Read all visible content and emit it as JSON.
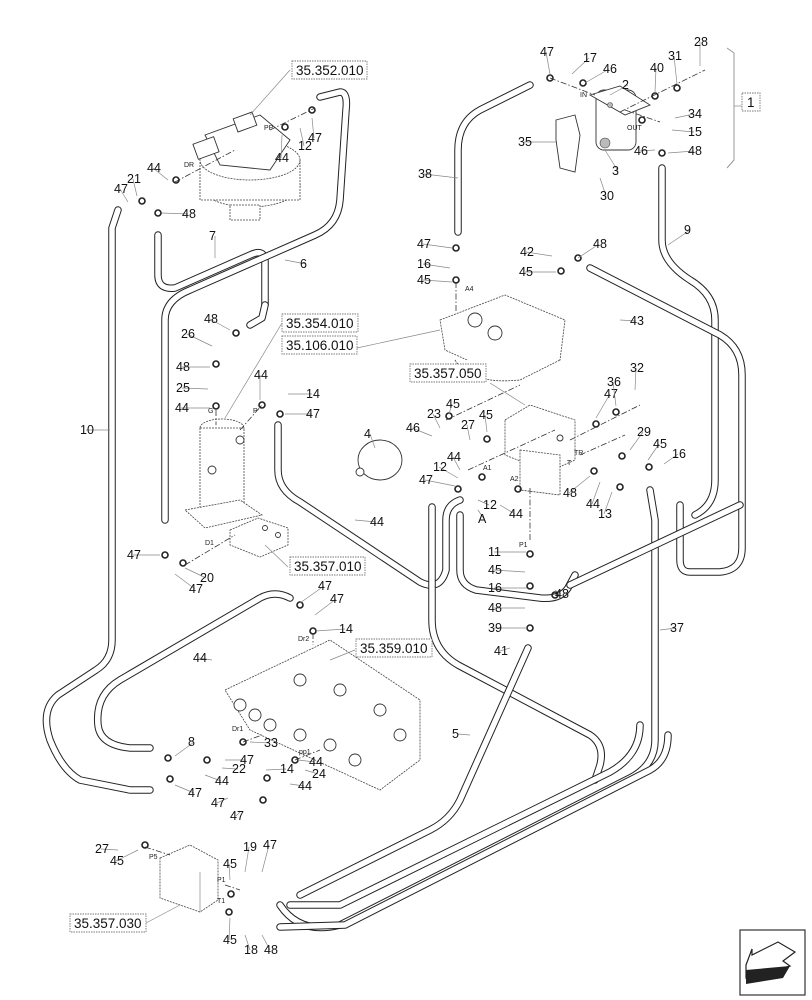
{
  "diagram": {
    "title": "Hydraulic swing / pilot line hose routing exploded view",
    "reference_boxes": [
      {
        "id": "ref-35-352-010",
        "label": "35.352.010"
      },
      {
        "id": "ref-35-354-010",
        "label": "35.354.010"
      },
      {
        "id": "ref-35-106-010",
        "label": "35.106.010"
      },
      {
        "id": "ref-35-357-050",
        "label": "35.357.050"
      },
      {
        "id": "ref-35-357-010",
        "label": "35.357.010"
      },
      {
        "id": "ref-35-359-010",
        "label": "35.359.010"
      },
      {
        "id": "ref-35-357-030",
        "label": "35.357.030"
      },
      {
        "id": "assembly-1",
        "label": "1"
      }
    ],
    "port_labels": [
      "PP",
      "DR",
      "IN",
      "OUT",
      "A4",
      "G",
      "P",
      "A1",
      "A2",
      "TR",
      "T",
      "P1",
      "D1",
      "Dr2",
      "Dr1",
      "pp1",
      "P5",
      "P1",
      "T1"
    ],
    "callouts": [
      "47",
      "17",
      "46",
      "2",
      "40",
      "31",
      "28",
      "34",
      "15",
      "35",
      "3",
      "46",
      "48",
      "30",
      "38",
      "47",
      "16",
      "45",
      "42",
      "48",
      "45",
      "9",
      "43",
      "44",
      "21",
      "47",
      "48",
      "44",
      "12",
      "47",
      "7",
      "6",
      "48",
      "26",
      "48",
      "25",
      "44",
      "44",
      "14",
      "47",
      "10",
      "45",
      "46",
      "23",
      "4",
      "27",
      "45",
      "44",
      "12",
      "47",
      "A",
      "12",
      "44",
      "47",
      "36",
      "32",
      "29",
      "45",
      "16",
      "48",
      "44",
      "13",
      "47",
      "47",
      "20",
      "44",
      "11",
      "45",
      "16",
      "48",
      "48",
      "39",
      "47",
      "47",
      "14",
      "44",
      "41",
      "37",
      "5",
      "8",
      "47",
      "33",
      "44",
      "22",
      "47",
      "47",
      "14",
      "44",
      "24",
      "44",
      "47",
      "27",
      "45",
      "45",
      "19",
      "47",
      "45",
      "18",
      "48"
    ],
    "navigation": {
      "icon": "previous-view-arrow-icon"
    }
  }
}
